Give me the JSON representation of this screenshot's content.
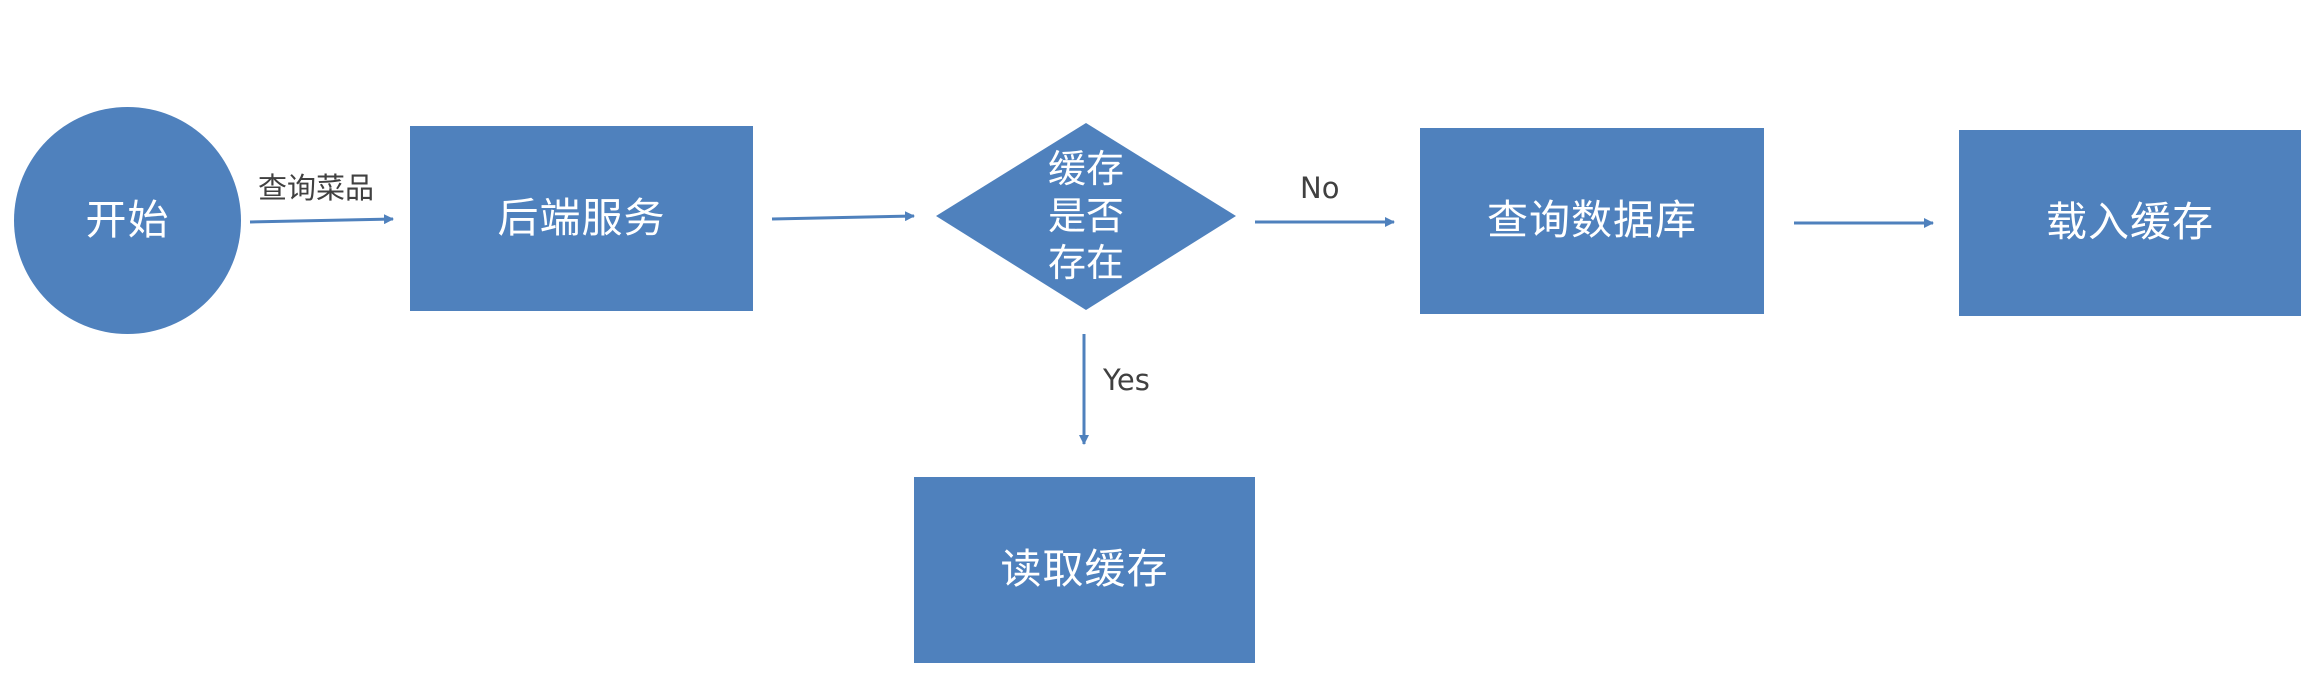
{
  "diagram": {
    "nodes": {
      "start": {
        "label": "开始"
      },
      "backend": {
        "label": "后端服务"
      },
      "decision": {
        "label": "缓存\n是否\n存在"
      },
      "query_db": {
        "label": "查询数据库"
      },
      "load_cache": {
        "label": "载入缓存"
      },
      "read_cache": {
        "label": "读取缓存"
      }
    },
    "edges": {
      "start_to_backend": {
        "label": "查询菜品"
      },
      "decision_no": {
        "label": "No"
      },
      "decision_yes": {
        "label": "Yes"
      }
    },
    "colors": {
      "node_fill": "#4f81bd",
      "node_text": "#ffffff",
      "arrow": "#4f81bd",
      "label_text": "#404040"
    }
  }
}
